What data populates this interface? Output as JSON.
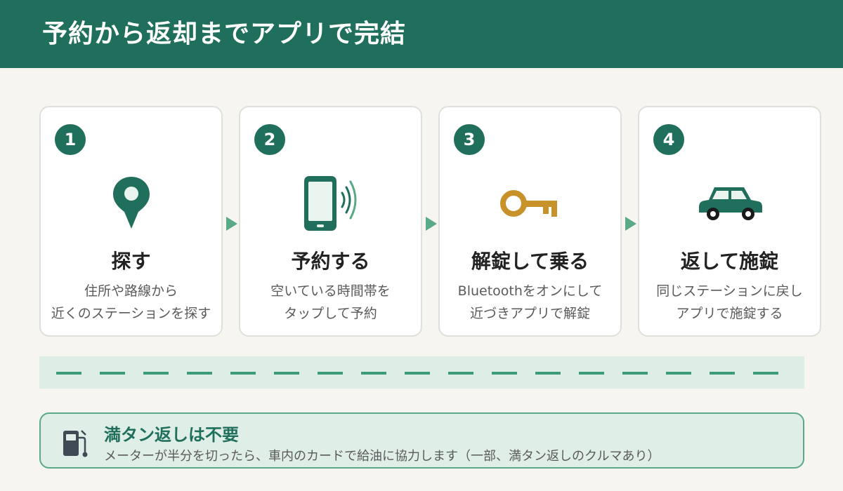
{
  "header": {
    "title": "予約から返却までアプリで完結"
  },
  "steps": [
    {
      "number": "1",
      "title": "探す",
      "desc_line1": "住所や路線から",
      "desc_line2": "近くのステーションを探す",
      "icon": "map-pin-icon"
    },
    {
      "number": "2",
      "title": "予約する",
      "desc_line1": "空いている時間帯を",
      "desc_line2": "タップして予約",
      "icon": "smartphone-icon"
    },
    {
      "number": "3",
      "title": "解錠して乗る",
      "desc_line1": "Bluetoothをオンにして",
      "desc_line2": "近づきアプリで解錠",
      "icon": "key-icon"
    },
    {
      "number": "4",
      "title": "返して施錠",
      "desc_line1": "同じステーションに戻し",
      "desc_line2": "アプリで施錠する",
      "icon": "car-icon"
    }
  ],
  "notice": {
    "title": "満タン返しは不要",
    "text": "メーターが半分を切ったら、車内のカードで給油に協力します（一部、満タン返しのクルマあり）",
    "icon": "fuel-pump-icon"
  },
  "colors": {
    "primary": "#206f5d",
    "accent_green": "#5aa987",
    "key_gold": "#c8922a",
    "background": "#f6f5f0"
  }
}
